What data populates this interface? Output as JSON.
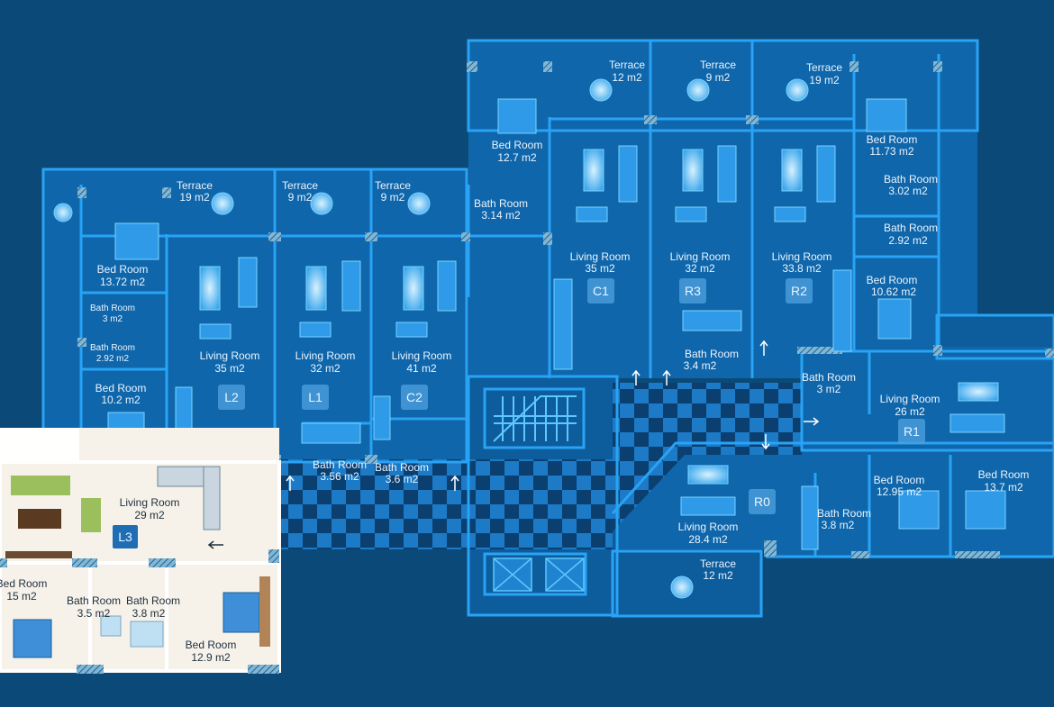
{
  "units": [
    {
      "code": "L2",
      "label": "L2"
    },
    {
      "code": "L1",
      "label": "L1"
    },
    {
      "code": "C2",
      "label": "C2"
    },
    {
      "code": "C1",
      "label": "C1"
    },
    {
      "code": "R3",
      "label": "R3"
    },
    {
      "code": "R2",
      "label": "R2"
    },
    {
      "code": "R1",
      "label": "R1"
    },
    {
      "code": "R0",
      "label": "R0"
    },
    {
      "code": "L3",
      "label": "L3"
    }
  ],
  "rooms": [
    {
      "id": "terrace-19-left",
      "name": "Terrace",
      "area": "19 m2"
    },
    {
      "id": "terrace-9-l1",
      "name": "Terrace",
      "area": "9 m2"
    },
    {
      "id": "terrace-9-c2",
      "name": "Terrace",
      "area": "9 m2"
    },
    {
      "id": "bed-13-72",
      "name": "Bed Room",
      "area": "13.72 m2"
    },
    {
      "id": "bath-3-l2",
      "name": "Bath Room",
      "area": "3 m2"
    },
    {
      "id": "bath-2-92-l2",
      "name": "Bath Room",
      "area": "2.92 m2"
    },
    {
      "id": "bed-10-2",
      "name": "Bed Room",
      "area": "10.2 m2"
    },
    {
      "id": "living-l2",
      "name": "Living Room",
      "area": "35 m2"
    },
    {
      "id": "living-l1",
      "name": "Living Room",
      "area": "32 m2"
    },
    {
      "id": "living-c2",
      "name": "Living Room",
      "area": "41 m2"
    },
    {
      "id": "bath-3-56",
      "name": "Bath Room",
      "area": "3.56 m2"
    },
    {
      "id": "bath-3-6",
      "name": "Bath Room",
      "area": "3.6 m2"
    },
    {
      "id": "terrace-12-c1",
      "name": "Terrace",
      "area": "12 m2"
    },
    {
      "id": "terrace-9-r3",
      "name": "Terrace",
      "area": "9 m2"
    },
    {
      "id": "terrace-19-r2",
      "name": "Terrace",
      "area": "19 m2"
    },
    {
      "id": "bed-12-7",
      "name": "Bed Room",
      "area": "12.7 m2"
    },
    {
      "id": "bath-3-14",
      "name": "Bath Room",
      "area": "3.14 m2"
    },
    {
      "id": "living-c1",
      "name": "Living Room",
      "area": "35 m2"
    },
    {
      "id": "living-r3",
      "name": "Living Room",
      "area": "32 m2"
    },
    {
      "id": "living-r2",
      "name": "Living Room",
      "area": "33.8 m2"
    },
    {
      "id": "bath-3-4",
      "name": "Bath Room",
      "area": "3.4 m2"
    },
    {
      "id": "bed-11-73",
      "name": "Bed Room",
      "area": "11.73 m2"
    },
    {
      "id": "bath-3-02",
      "name": "Bath Room",
      "area": "3.02 m2"
    },
    {
      "id": "bath-2-92-r2",
      "name": "Bath Room",
      "area": "2.92 m2"
    },
    {
      "id": "bed-10-62",
      "name": "Bed Room",
      "area": "10.62 m2"
    },
    {
      "id": "bath-3-r1",
      "name": "Bath Room",
      "area": "3 m2"
    },
    {
      "id": "living-r1",
      "name": "Living Room",
      "area": "26 m2"
    },
    {
      "id": "bed-12-95",
      "name": "Bed Room",
      "area": "12.95 m2"
    },
    {
      "id": "bed-13-7",
      "name": "Bed Room",
      "area": "13.7 m2"
    },
    {
      "id": "bath-3-8-r0",
      "name": "Bath Room",
      "area": "3.8 m2"
    },
    {
      "id": "living-r0",
      "name": "Living Room",
      "area": "28.4 m2"
    },
    {
      "id": "terrace-12-r0",
      "name": "Terrace",
      "area": "12 m2"
    },
    {
      "id": "living-l3",
      "name": "Living Room",
      "area": "29 m2"
    },
    {
      "id": "bed-15",
      "name": "Bed Room",
      "area": "15 m2"
    },
    {
      "id": "bath-3-5",
      "name": "Bath Room",
      "area": "3.5 m2"
    },
    {
      "id": "bath-3-8-l3",
      "name": "Bath Room",
      "area": "3.8 m2"
    },
    {
      "id": "bed-12-9",
      "name": "Bed Room",
      "area": "12.9 m2"
    }
  ],
  "colors": {
    "background": "#0b4a78",
    "wall": "#29a3f5",
    "floor": "#0f66aa",
    "floor_dark": "#0b5996",
    "furniture": "#5fc7ff",
    "highlight_floor": "#f6f2ea",
    "highlight_wall": "#ffffff",
    "tag_box": "#4b9fdc",
    "label": "#eaf4ff",
    "label_dark": "#1f2f3d"
  },
  "icons": [
    "stair-icon",
    "elevator-icon",
    "door-arrow-icon",
    "table-chairs-icon",
    "sofa-icon",
    "bed-icon"
  ]
}
